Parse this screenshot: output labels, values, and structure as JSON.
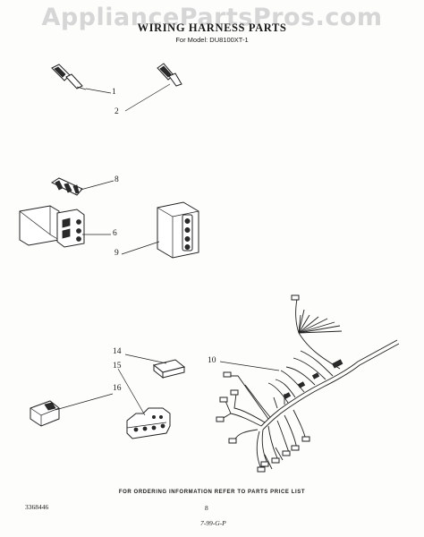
{
  "watermark": "AppliancePartsPros.com",
  "title": "WIRING HARNESS PARTS",
  "model": "For Model: DU8100XT-1",
  "callouts": [
    "1",
    "2",
    "8",
    "6",
    "9",
    "14",
    "15",
    "16",
    "10"
  ],
  "footer_note": "FOR ORDERING INFORMATION REFER TO PARTS PRICE LIST",
  "doc_number": "3368446",
  "page_number": "8",
  "revision": "7-99-G-P"
}
